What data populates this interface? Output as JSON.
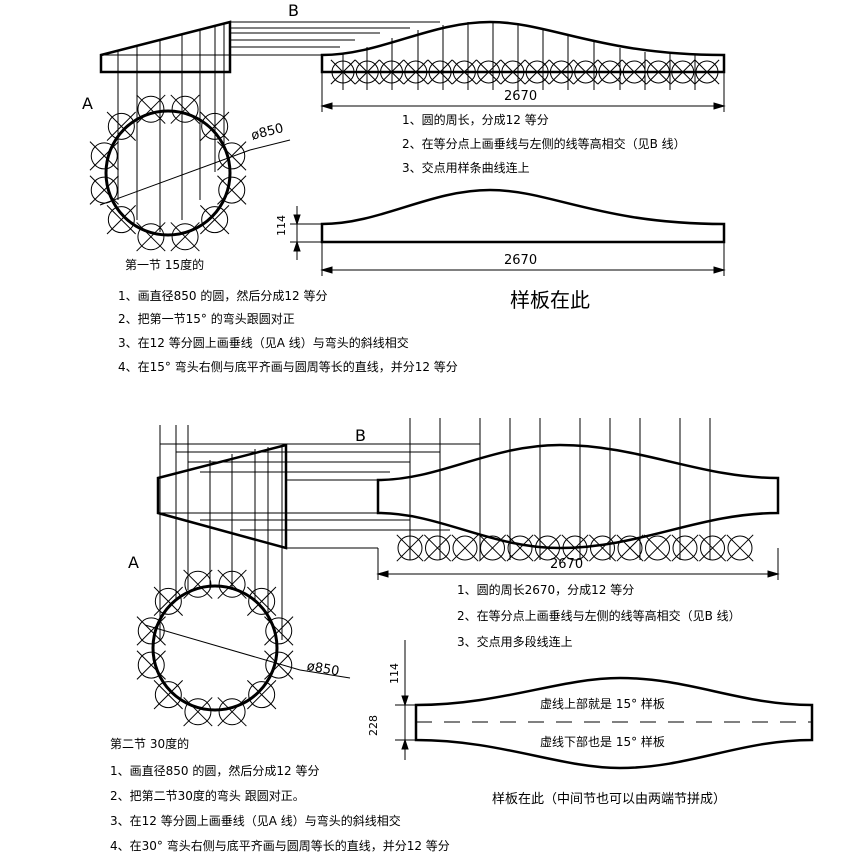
{
  "top": {
    "label_b": "B",
    "label_a": "A",
    "diameter": "ø850",
    "dim_length_1": "2670",
    "dim_length_2": "2670",
    "dim_height": "114",
    "steps_right": [
      "1、圆的周长，分成12 等分",
      "2、在等分点上画垂线与左侧的线等高相交（见B 线）",
      "3、交点用样条曲线连上"
    ],
    "section_title": "第一节  15度的",
    "steps_left": [
      "1、画直径850 的圆，然后分成12 等分",
      "2、把第一节15° 的弯头跟圆对正",
      "3、在12 等分圆上画垂线（见A 线）与弯头的斜线相交",
      "4、在15° 弯头右侧与底平齐画与圆周等长的直线，并分12 等分"
    ],
    "template_label": "样板在此"
  },
  "bottom": {
    "label_b": "B",
    "label_a": "A",
    "diameter": "ø850",
    "dim_length": "2670",
    "dim_height_1": "114",
    "dim_height_2": "228",
    "steps_right": [
      "1、圆的周长2670，分成12 等分",
      "2、在等分点上画垂线与左侧的线等高相交（见B 线）",
      "3、交点用多段线连上"
    ],
    "note_upper": "虚线上部就是  15° 样板",
    "note_lower": "虚线下部也是  15° 样板",
    "section_title": "第二节  30度的",
    "steps_left": [
      "1、画直径850 的圆，然后分成12 等分",
      "2、把第二节30度的弯头   跟圆对正。",
      "3、在12 等分圆上画垂线（见A 线）与弯头的斜线相交",
      "4、在30° 弯头右侧与底平齐画与圆周等长的直线，并分12 等分"
    ],
    "template_label": "样板在此（中间节也可以由两端节拼成）"
  }
}
